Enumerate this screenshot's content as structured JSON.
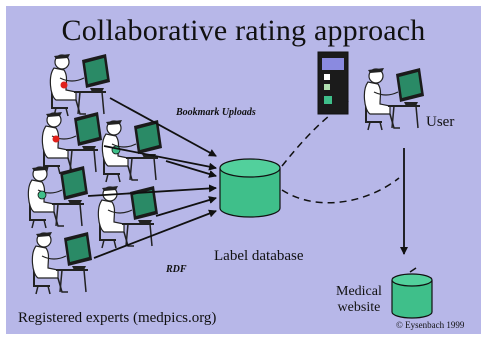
{
  "title": "Collaborative rating approach",
  "labels": {
    "bookmark_uploads": "Bookmark Uploads",
    "rdf": "RDF",
    "label_database": "Label database",
    "user": "User",
    "medical_website_line1": "Medical",
    "medical_website_line2": "website",
    "registered_experts": "Registered experts (medpics.org)",
    "copyright": "© Eysenbach 1999"
  },
  "colors": {
    "background": "#b7b7e8",
    "cylinder": "#3fbf8a",
    "monitor_screen": "#2a8a66",
    "badge_red": "#e0201b",
    "badge_green": "#3fbf8a"
  }
}
